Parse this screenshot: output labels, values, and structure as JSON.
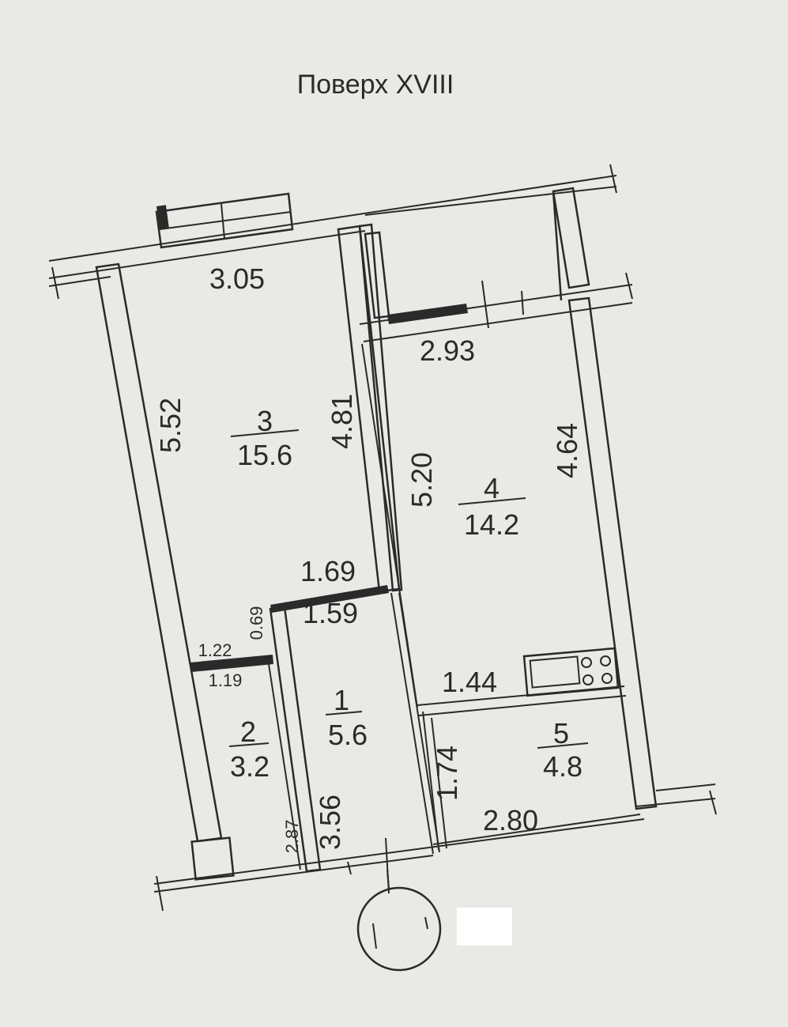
{
  "title": "Поверх XVIII",
  "rooms": [
    {
      "id": "room-3",
      "number": "3",
      "area": "15.6"
    },
    {
      "id": "room-4",
      "number": "4",
      "area": "14.2"
    },
    {
      "id": "room-1",
      "number": "1",
      "area": "5.6"
    },
    {
      "id": "room-2",
      "number": "2",
      "area": "3.2"
    },
    {
      "id": "room-5",
      "number": "5",
      "area": "4.8"
    }
  ],
  "dimensions": {
    "d_3_05": "3.05",
    "d_2_93": "2.93",
    "d_5_52": "5.52",
    "d_4_81": "4.81",
    "d_5_20": "5.20",
    "d_4_64": "4.64",
    "d_1_69": "1.69",
    "d_1_59": "1.59",
    "d_0_69": "0.69",
    "d_1_22": "1.22",
    "d_1_19": "1.19",
    "d_1_44": "1.44",
    "d_1_74": "1.74",
    "d_2_80": "2.80",
    "d_3_56": "3.56",
    "d_2_87": "2.87"
  },
  "redaction_color": "#ffffff"
}
